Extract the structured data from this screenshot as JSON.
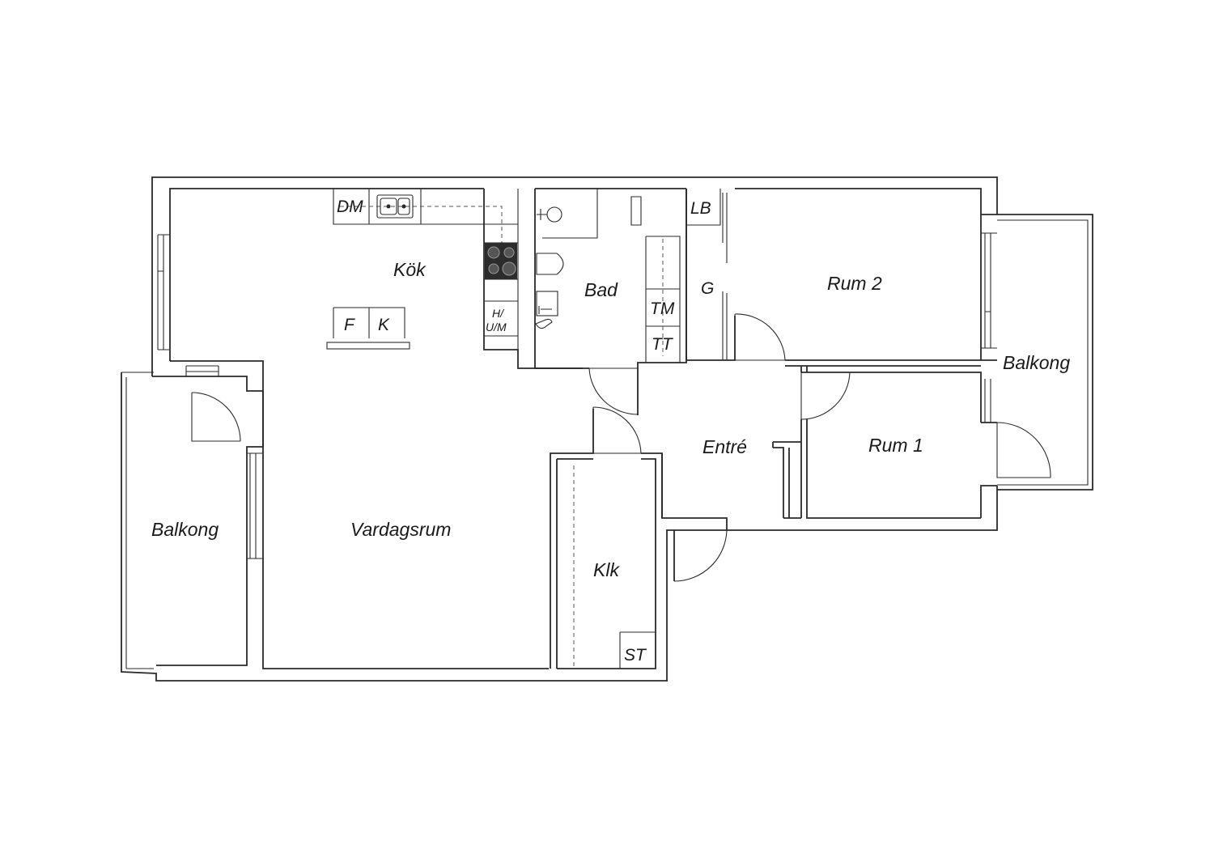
{
  "rooms": {
    "kok": "Kök",
    "bad": "Bad",
    "rum2": "Rum 2",
    "rum1": "Rum 1",
    "entre": "Entré",
    "vardagsrum": "Vardagsrum",
    "balkong_west": "Balkong",
    "balkong_east": "Balkong",
    "klk": "Klk"
  },
  "fixtures": {
    "dm": "DM",
    "f": "F",
    "k": "K",
    "hum_line1": "H/",
    "hum_line2": "U/M",
    "tm": "TM",
    "tt": "TT",
    "lb": "LB",
    "g": "G",
    "st": "ST"
  }
}
